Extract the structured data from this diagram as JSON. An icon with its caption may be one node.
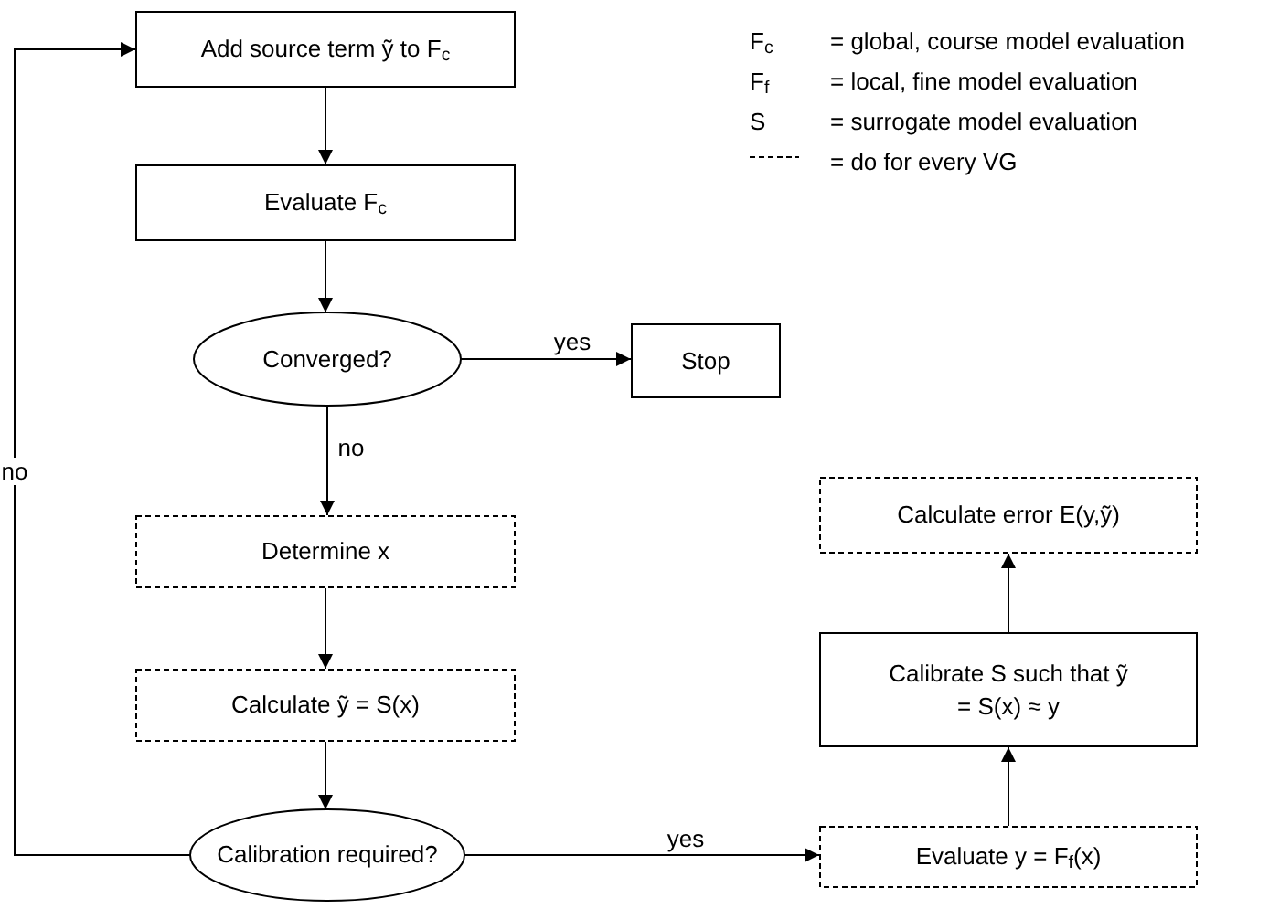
{
  "diagram": {
    "nodes": [
      {
        "text": [
          "Add source term ỹ to F$_{c}$"
        ]
      },
      {
        "text": [
          "Evaluate F$_{c}$"
        ]
      },
      {
        "text": [
          "Converged?"
        ]
      },
      {
        "text": [
          "Stop"
        ]
      },
      {
        "text": [
          "Determine x"
        ]
      },
      {
        "text": [
          "Calculate ỹ = S(x)"
        ]
      },
      {
        "text": [
          "Calibration required?"
        ]
      },
      {
        "text": [
          "Evaluate y = F$_{f}$(x)"
        ]
      },
      {
        "text": [
          "Calibrate S such that ỹ = S(x) ≈ y"
        ]
      },
      {
        "text": [
          "Calculate error E(y,ỹ)"
        ]
      }
    ],
    "edges": [
      {
        "from": 0,
        "to": 1,
        "arrow": "to"
      },
      {
        "from": 1,
        "to": 2,
        "arrow": "to"
      },
      {
        "from": 2,
        "to": 3,
        "arrow": "to",
        "label": "yes"
      },
      {
        "from": 2,
        "to": 4,
        "arrow": "to",
        "label": "no"
      },
      {
        "from": 4,
        "to": 5,
        "arrow": "to"
      },
      {
        "from": 5,
        "to": 6,
        "arrow": "to"
      },
      {
        "from": 6,
        "to": 7,
        "arrow": "to",
        "label": "yes"
      },
      {
        "from": 7,
        "to": 8,
        "arrow": "to"
      },
      {
        "from": 8,
        "to": 9,
        "arrow": "to"
      },
      {
        "from": 6,
        "to": 0,
        "arrow": "to",
        "label": "no"
      }
    ],
    "labels": [
      "F$_{c}$",
      "= global, course model evaluation",
      "F$_{f}$",
      "= local, fine model evaluation",
      "S",
      "= surrogate model evaluation"
    ],
    "legend": [
      {
        "text": "= do for every VG"
      }
    ]
  }
}
